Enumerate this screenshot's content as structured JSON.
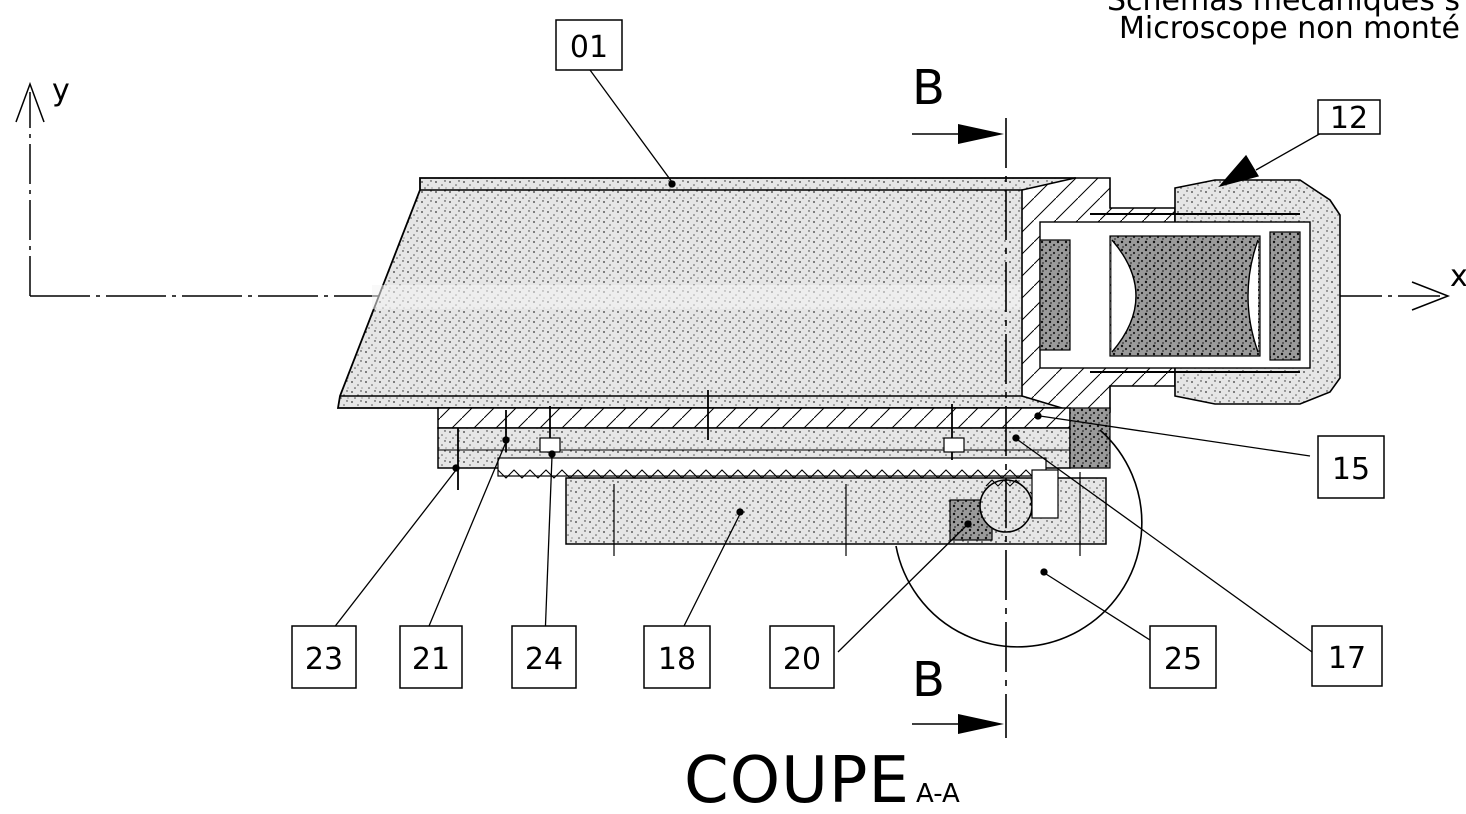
{
  "header": {
    "line1": "Schémas mécaniques s",
    "line2": "Microscope non monté"
  },
  "axes": {
    "x": "x",
    "y": "y"
  },
  "section": {
    "cut_label": "B",
    "title": "COUPE",
    "subtitle": "A-A"
  },
  "callouts": {
    "c01": "01",
    "c12": "12",
    "c15": "15",
    "c17": "17",
    "c18": "18",
    "c20": "20",
    "c21": "21",
    "c23": "23",
    "c24": "24",
    "c25": "25"
  }
}
